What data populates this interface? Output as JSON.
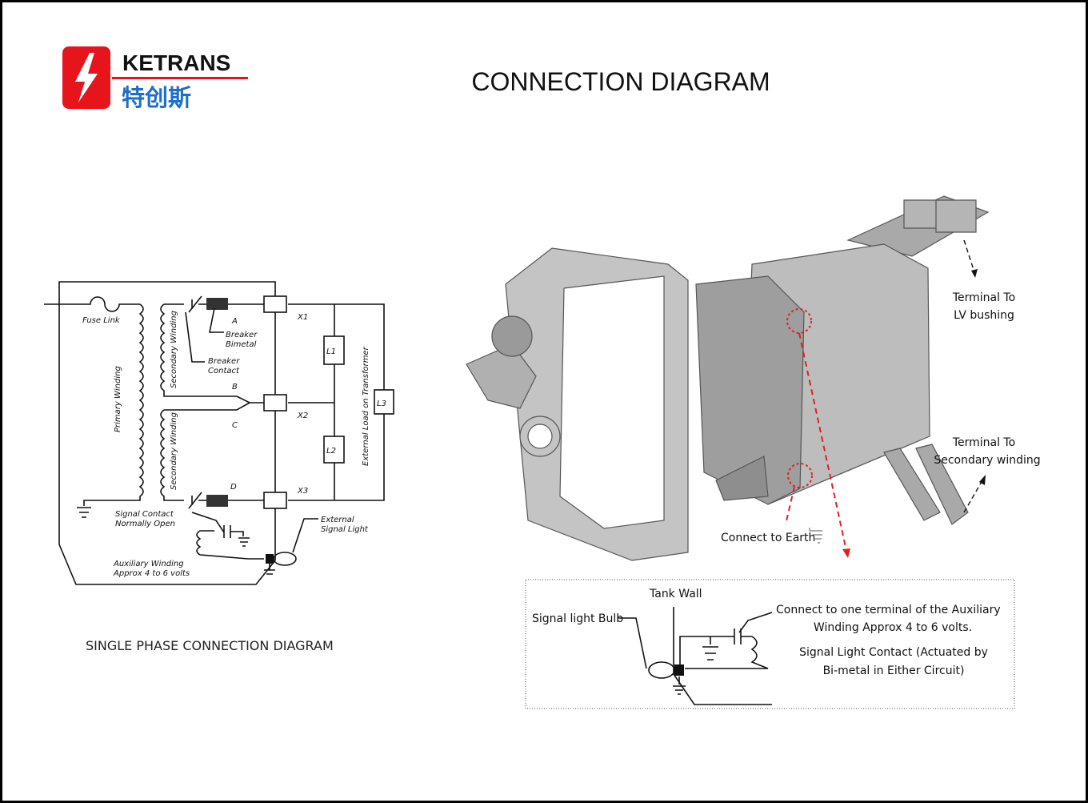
{
  "logo": {
    "brand": "KETRANS",
    "brand_cn": "特创斯",
    "red": "#e8141b",
    "blue": "#1e6fc8"
  },
  "title": "CONNECTION DIAGRAM",
  "left_diagram": {
    "caption": "SINGLE PHASE CONNECTION DIAGRAM",
    "labels": {
      "fuse_link": "Fuse Link",
      "primary_winding": "Primary Winding",
      "secondary_winding_1": "Secondary Winding",
      "secondary_winding_2": "Secondary Winding",
      "a": "A",
      "b": "B",
      "c": "C",
      "d": "D",
      "x1": "X1",
      "x2": "X2",
      "x3": "X3",
      "l1": "L1",
      "l2": "L2",
      "l3": "L3",
      "breaker_bimetal_1": "Breaker",
      "breaker_bimetal_2": "Bimetal",
      "breaker_contact_1": "Breaker",
      "breaker_contact_2": "Contact",
      "external_load": "External Load on Transformer",
      "signal_contact_1": "Signal Contact",
      "signal_contact_2": "Normally Open",
      "external_signal_1": "External",
      "external_signal_2": "Signal Light",
      "aux_winding_1": "Auxiliary Winding",
      "aux_winding_2": "Approx 4 to 6 volts"
    }
  },
  "device": {
    "terminal_lv_1": "Terminal To",
    "terminal_lv_2": "LV bushing",
    "terminal_sec_1": "Terminal To",
    "terminal_sec_2": "Secondary winding",
    "earth": "Connect to Earth",
    "marker_color": "#e02020"
  },
  "inset": {
    "tank_wall": "Tank Wall",
    "signal_bulb": "Signal light Bulb",
    "connect_1": "Connect to one terminal of the Auxiliary",
    "connect_2": "Winding Approx 4 to 6 volts.",
    "contact_1": "Signal Light Contact (Actuated by",
    "contact_2": "Bi-metal in Either Circuit)"
  }
}
